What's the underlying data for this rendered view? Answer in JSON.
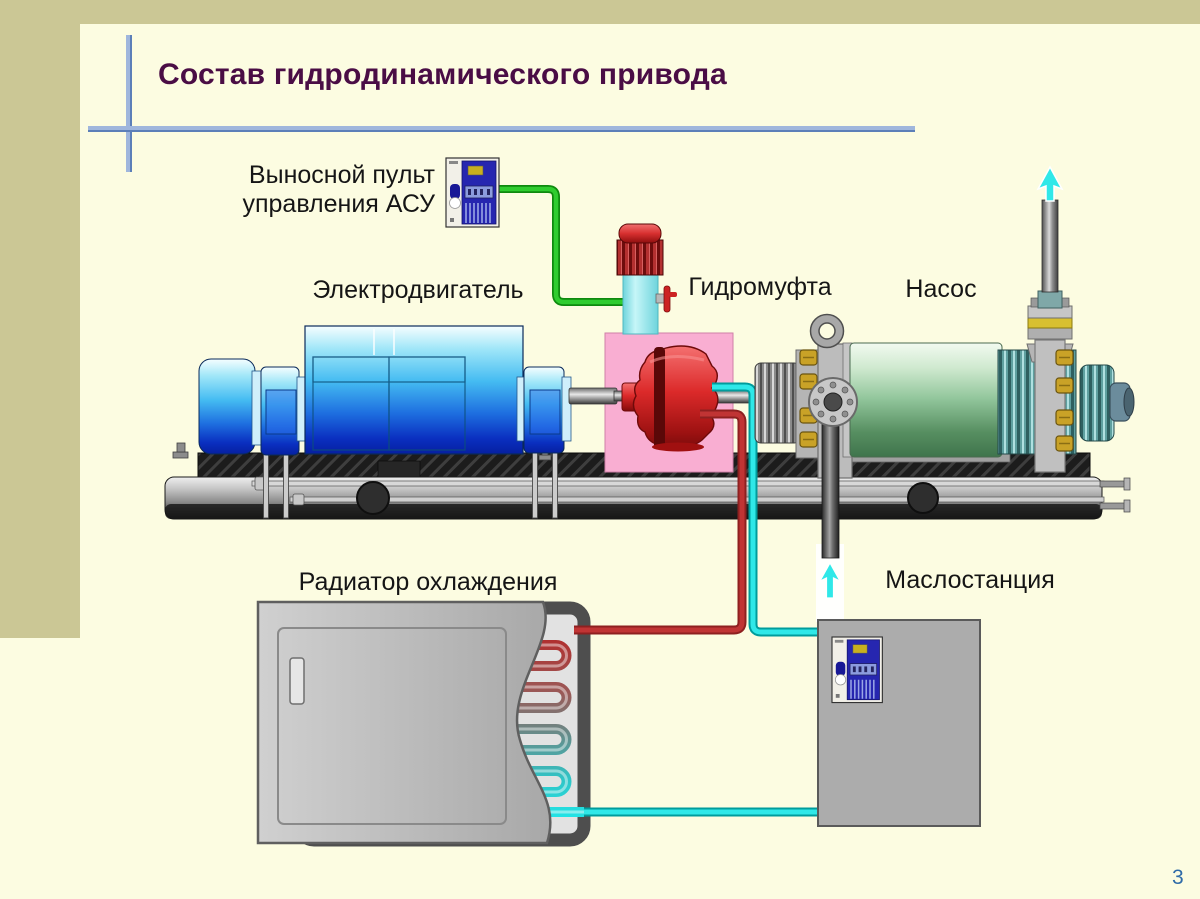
{
  "slide": {
    "title": "Состав гидродинамического привода",
    "page_number": "3"
  },
  "labels": {
    "remote_panel_line1": "Выносной пульт",
    "remote_panel_line2": "управления АСУ",
    "motor": "Электродвигатель",
    "coupling": "Гидромуфта",
    "pump": "Насос",
    "radiator": "Радиатор охлаждения",
    "oil_station": "Маслостанция"
  },
  "icons": {
    "flow_direction": "up-arrow"
  },
  "colors": {
    "slide-bg": "#FCFCE1",
    "side-band": "#CBC795",
    "title-text": "#4A0D45",
    "label-text": "#151515",
    "accent-rule": "#9FB6DC",
    "accent-rule-dark": "#5C7FB8",
    "control-cable": "#2FCC2F",
    "control-cable-dark": "#0E8A0E",
    "hot-oil": "#C03434",
    "hot-oil-dark": "#8E2020",
    "cold-oil": "#2FE8E8",
    "cold-oil-dark": "#009C9C",
    "coupling-housing": "#F9AED2",
    "coupling-body": "#D81F1F",
    "motor-body": "#1E7BE8",
    "pump-body": "#55925F",
    "page-number": "#2F6BA8"
  }
}
